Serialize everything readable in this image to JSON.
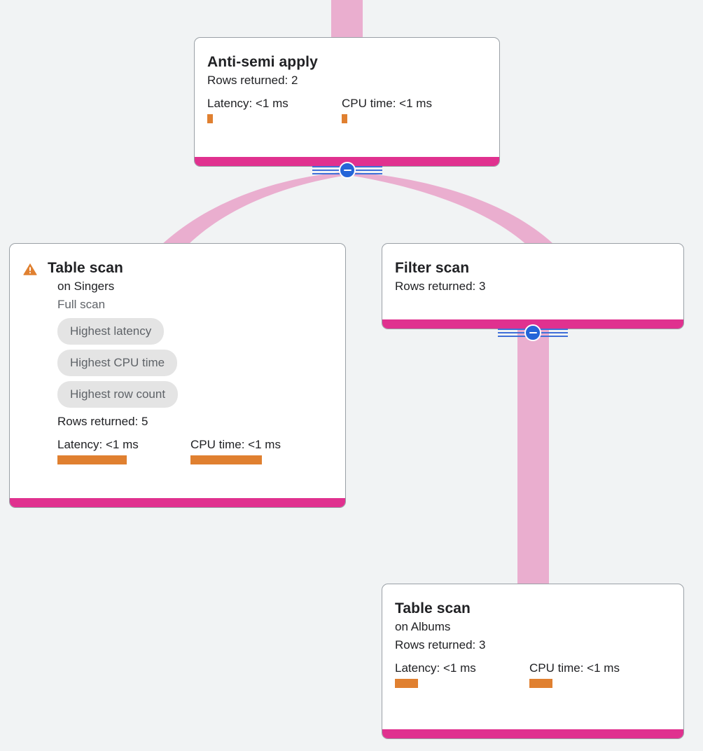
{
  "theme": {
    "background": "#f1f3f4",
    "card_background": "#ffffff",
    "card_border": "#9aa0a6",
    "footer_accent": "#e0318f",
    "edge_color": "#eaaecf",
    "metric_bar_color": "#e08030",
    "warning_color": "#e08030",
    "chip_background": "#e4e4e4",
    "chip_text": "#5f6368",
    "toggle_color": "#2565d8"
  },
  "nodes": [
    {
      "id": "anti-semi-apply",
      "title": "Anti-semi apply",
      "rows_returned": "Rows returned: 2",
      "latency_label": "Latency: <1 ms",
      "cpu_label": "CPU time: <1 ms",
      "latency_bar_width": 8,
      "cpu_bar_width": 8
    },
    {
      "id": "table-scan-singers",
      "title": "Table scan",
      "warning_icon": "warning-triangle-icon",
      "target": "on Singers",
      "scan_type": "Full scan",
      "chips": [
        "Highest latency",
        "Highest CPU time",
        "Highest row count"
      ],
      "rows_returned": "Rows returned: 5",
      "latency_label": "Latency: <1 ms",
      "cpu_label": "CPU time: <1 ms",
      "latency_bar_width": 99,
      "cpu_bar_width": 102
    },
    {
      "id": "filter-scan",
      "title": "Filter scan",
      "rows_returned": "Rows returned: 3"
    },
    {
      "id": "table-scan-albums",
      "title": "Table scan",
      "target": "on Albums",
      "rows_returned": "Rows returned: 3",
      "latency_label": "Latency: <1 ms",
      "cpu_label": "CPU time: <1 ms",
      "latency_bar_width": 33,
      "cpu_bar_width": 33
    }
  ],
  "toggles": [
    {
      "id": "collapse-anti-semi-apply",
      "icon": "minus-circle-icon"
    },
    {
      "id": "collapse-filter-scan",
      "icon": "minus-circle-icon"
    }
  ]
}
